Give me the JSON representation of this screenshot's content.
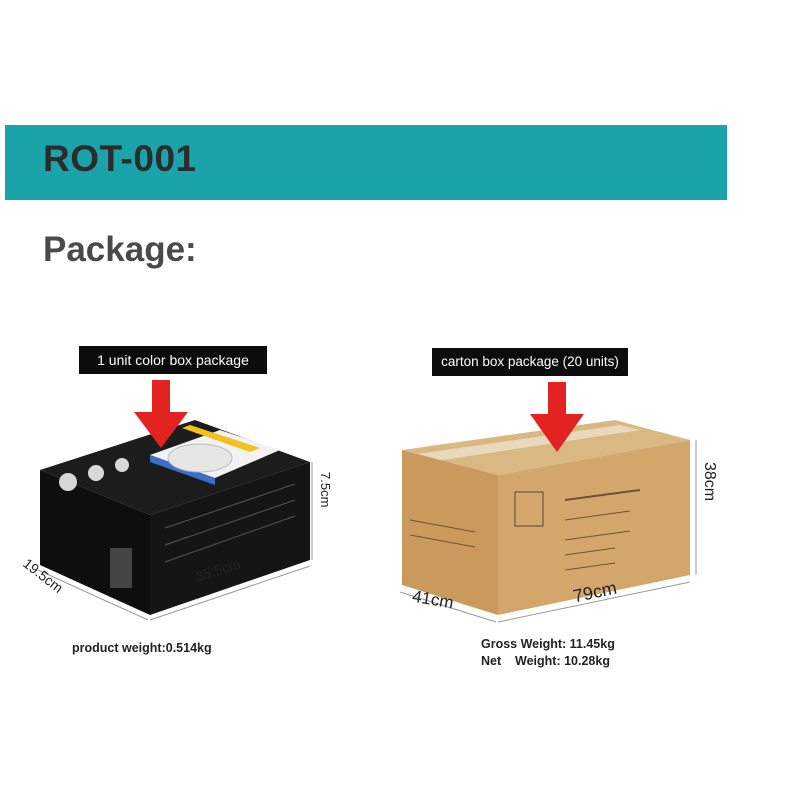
{
  "header": {
    "title": "ROT-001"
  },
  "section": {
    "title": "Package:"
  },
  "color_box": {
    "label": "1 unit color box package",
    "dim_height": "7.5cm",
    "dim_length": "35.5cm",
    "dim_width": "19.5cm",
    "weight": "product weight:0.514kg"
  },
  "carton_box": {
    "label": "carton box package (20 units)",
    "dim_height": "38cm",
    "dim_length": "79cm",
    "dim_width": "41cm",
    "gross_weight": "Gross Weight: 11.45kg",
    "net_weight": "Net    Weight: 10.28kg"
  },
  "colors": {
    "banner": "#1aa3a8",
    "arrow": "#e32222",
    "carton": "#c9a067",
    "color_box": "#1a1a1a"
  }
}
